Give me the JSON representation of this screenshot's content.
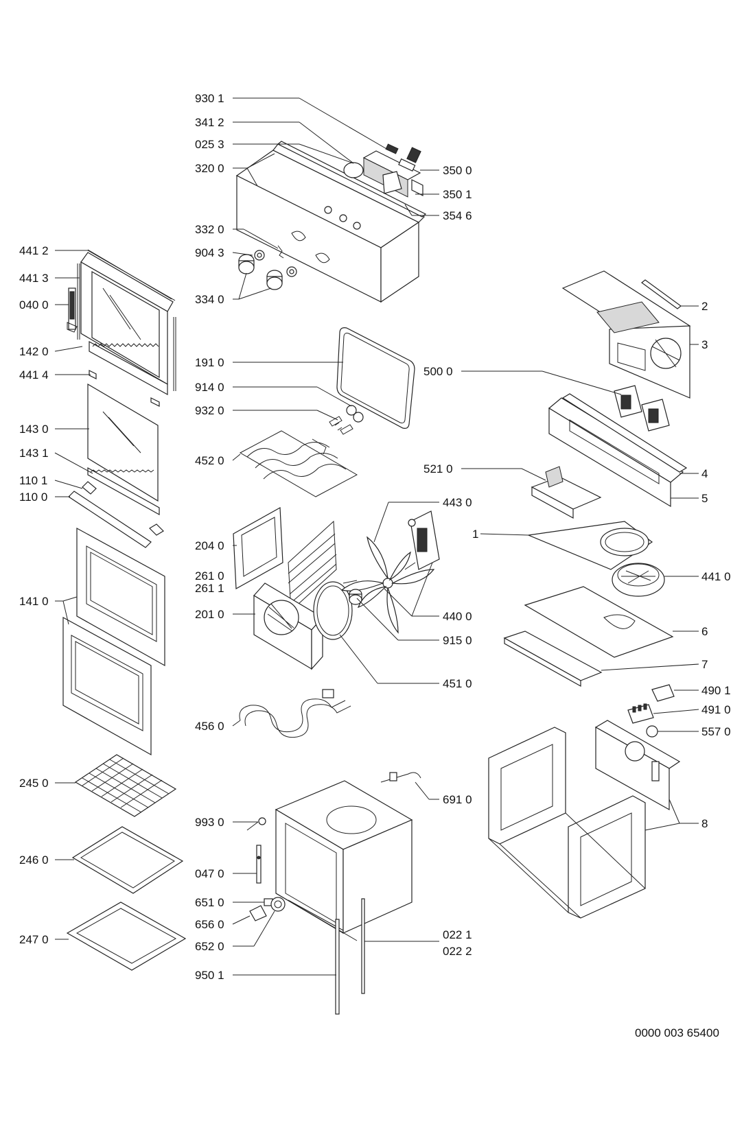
{
  "callouts": [
    {
      "id": "c9301",
      "label": "930 1"
    },
    {
      "id": "c3412",
      "label": "341 2"
    },
    {
      "id": "c0253",
      "label": "025 3"
    },
    {
      "id": "c3200",
      "label": "320 0"
    },
    {
      "id": "c3500",
      "label": "350 0"
    },
    {
      "id": "c3501",
      "label": "350 1"
    },
    {
      "id": "c3546",
      "label": "354 6"
    },
    {
      "id": "c3320",
      "label": "332 0"
    },
    {
      "id": "c9043",
      "label": "904 3"
    },
    {
      "id": "c3340",
      "label": "334 0"
    },
    {
      "id": "c4412",
      "label": "441 2"
    },
    {
      "id": "c4413",
      "label": "441 3"
    },
    {
      "id": "c0400",
      "label": "040 0"
    },
    {
      "id": "c1420",
      "label": "142 0"
    },
    {
      "id": "c4414",
      "label": "441 4"
    },
    {
      "id": "c1430",
      "label": "143 0"
    },
    {
      "id": "c1431",
      "label": "143 1"
    },
    {
      "id": "c1101",
      "label": "110 1"
    },
    {
      "id": "c1100",
      "label": "110 0"
    },
    {
      "id": "c1410",
      "label": "141 0"
    },
    {
      "id": "c2450",
      "label": "245 0"
    },
    {
      "id": "c2460",
      "label": "246 0"
    },
    {
      "id": "c2470",
      "label": "247 0"
    },
    {
      "id": "c1910",
      "label": "191 0"
    },
    {
      "id": "c9140",
      "label": "914 0"
    },
    {
      "id": "c9320",
      "label": "932 0"
    },
    {
      "id": "c4520",
      "label": "452 0"
    },
    {
      "id": "c2040",
      "label": "204 0"
    },
    {
      "id": "c2610",
      "label": "261 0"
    },
    {
      "id": "c2611",
      "label": "261 1"
    },
    {
      "id": "c2010",
      "label": "201 0"
    },
    {
      "id": "c4560",
      "label": "456 0"
    },
    {
      "id": "c9930",
      "label": "993 0"
    },
    {
      "id": "c0470",
      "label": "047 0"
    },
    {
      "id": "c6510",
      "label": "651 0"
    },
    {
      "id": "c6560",
      "label": "656 0"
    },
    {
      "id": "c6520",
      "label": "652 0"
    },
    {
      "id": "c9501",
      "label": "950 1"
    },
    {
      "id": "c4430",
      "label": "443 0"
    },
    {
      "id": "c4400",
      "label": "440 0"
    },
    {
      "id": "c9150",
      "label": "915 0"
    },
    {
      "id": "c4510",
      "label": "451 0"
    },
    {
      "id": "c6910",
      "label": "691 0"
    },
    {
      "id": "c0221",
      "label": "022 1"
    },
    {
      "id": "c0222",
      "label": "022 2"
    },
    {
      "id": "c5000",
      "label": "500 0"
    },
    {
      "id": "c5210",
      "label": "521 0"
    },
    {
      "id": "c2",
      "label": "2"
    },
    {
      "id": "c3",
      "label": "3"
    },
    {
      "id": "c4",
      "label": "4"
    },
    {
      "id": "c5",
      "label": "5"
    },
    {
      "id": "c1",
      "label": "1"
    },
    {
      "id": "c4410",
      "label": "441 0"
    },
    {
      "id": "c6",
      "label": "6"
    },
    {
      "id": "c7",
      "label": "7"
    },
    {
      "id": "c4901",
      "label": "490 1"
    },
    {
      "id": "c4910",
      "label": "491 0"
    },
    {
      "id": "c5570",
      "label": "557 0"
    },
    {
      "id": "c8",
      "label": "8"
    }
  ],
  "document_code": "0000 003 65400"
}
